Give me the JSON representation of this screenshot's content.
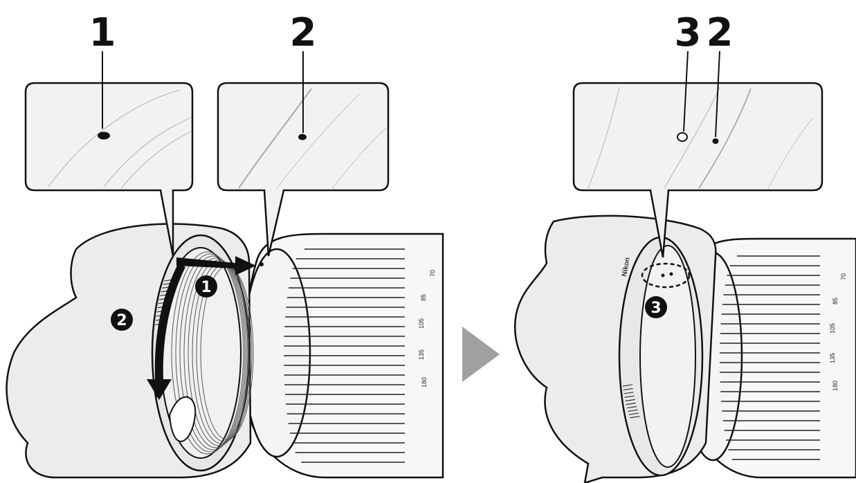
{
  "callouts": {
    "left_mark": "1",
    "left_lens_mark": "2",
    "right_hole_mark": "3",
    "right_lens_mark": "2"
  },
  "steps": {
    "step1": "1",
    "step2": "2",
    "step3": "3"
  },
  "lens": {
    "brand": "Nikon",
    "focal_scale": [
      "70",
      "85",
      "105",
      "135",
      "180"
    ]
  },
  "colors": {
    "line": "#111111",
    "inset_fill": "#f2f2f2",
    "hood_fill": "#ececec",
    "barrel_fill": "#f7f7f7",
    "arrow_fill": "#a0a0a0"
  }
}
